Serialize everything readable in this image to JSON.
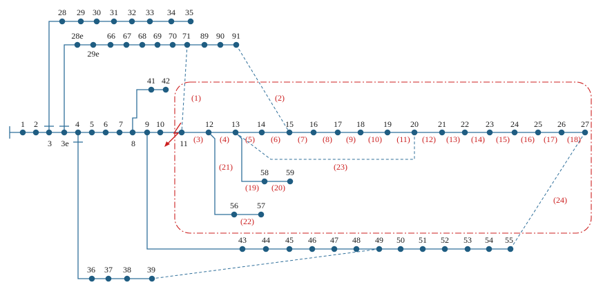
{
  "nodes": [
    {
      "id": "1",
      "label": "1"
    },
    {
      "id": "2",
      "label": "2"
    },
    {
      "id": "3",
      "label": "3"
    },
    {
      "id": "3e",
      "label": "3e"
    },
    {
      "id": "4",
      "label": "4"
    },
    {
      "id": "5",
      "label": "5"
    },
    {
      "id": "6",
      "label": "6"
    },
    {
      "id": "7",
      "label": "7"
    },
    {
      "id": "8",
      "label": "8"
    },
    {
      "id": "9",
      "label": "9"
    },
    {
      "id": "10",
      "label": "10"
    },
    {
      "id": "11",
      "label": "11"
    },
    {
      "id": "12",
      "label": "12"
    },
    {
      "id": "13",
      "label": "13"
    },
    {
      "id": "14",
      "label": "14"
    },
    {
      "id": "15",
      "label": "15"
    },
    {
      "id": "16",
      "label": "16"
    },
    {
      "id": "17",
      "label": "17"
    },
    {
      "id": "18",
      "label": "18"
    },
    {
      "id": "19",
      "label": "19"
    },
    {
      "id": "20",
      "label": "20"
    },
    {
      "id": "21",
      "label": "21"
    },
    {
      "id": "22",
      "label": "22"
    },
    {
      "id": "23",
      "label": "23"
    },
    {
      "id": "24",
      "label": "24"
    },
    {
      "id": "25",
      "label": "25"
    },
    {
      "id": "26",
      "label": "26"
    },
    {
      "id": "27",
      "label": "27"
    },
    {
      "id": "28",
      "label": "28"
    },
    {
      "id": "29",
      "label": "29"
    },
    {
      "id": "30",
      "label": "30"
    },
    {
      "id": "31",
      "label": "31"
    },
    {
      "id": "32",
      "label": "32"
    },
    {
      "id": "33",
      "label": "33"
    },
    {
      "id": "34",
      "label": "34"
    },
    {
      "id": "35",
      "label": "35"
    },
    {
      "id": "28e",
      "label": "28e"
    },
    {
      "id": "29e",
      "label": "29e"
    },
    {
      "id": "66",
      "label": "66"
    },
    {
      "id": "67",
      "label": "67"
    },
    {
      "id": "68",
      "label": "68"
    },
    {
      "id": "69",
      "label": "69"
    },
    {
      "id": "70",
      "label": "70"
    },
    {
      "id": "71",
      "label": "71"
    },
    {
      "id": "89",
      "label": "89"
    },
    {
      "id": "90",
      "label": "90"
    },
    {
      "id": "91",
      "label": "91"
    },
    {
      "id": "41",
      "label": "41"
    },
    {
      "id": "42",
      "label": "42"
    },
    {
      "id": "58",
      "label": "58"
    },
    {
      "id": "59",
      "label": "59"
    },
    {
      "id": "56",
      "label": "56"
    },
    {
      "id": "57",
      "label": "57"
    },
    {
      "id": "43",
      "label": "43"
    },
    {
      "id": "44",
      "label": "44"
    },
    {
      "id": "45",
      "label": "45"
    },
    {
      "id": "46",
      "label": "46"
    },
    {
      "id": "47",
      "label": "47"
    },
    {
      "id": "48",
      "label": "48"
    },
    {
      "id": "49",
      "label": "49"
    },
    {
      "id": "50",
      "label": "50"
    },
    {
      "id": "51",
      "label": "51"
    },
    {
      "id": "52",
      "label": "52"
    },
    {
      "id": "53",
      "label": "53"
    },
    {
      "id": "54",
      "label": "54"
    },
    {
      "id": "55",
      "label": "55"
    },
    {
      "id": "36",
      "label": "36"
    },
    {
      "id": "37",
      "label": "37"
    },
    {
      "id": "38",
      "label": "38"
    },
    {
      "id": "39",
      "label": "39"
    }
  ],
  "switch_labels": [
    "(1)",
    "(2)",
    "(3)",
    "(4)",
    "(5)",
    "(6)",
    "(7)",
    "(8)",
    "(9)",
    "(10)",
    "(11)",
    "(12)",
    "(13)",
    "(14)",
    "(15)",
    "(16)",
    "(17)",
    "(18)",
    "(19)",
    "(20)",
    "(21)",
    "(22)",
    "(23)",
    "(24)"
  ],
  "colors": {
    "line": "#2f6f9a",
    "node": "#1f5d82",
    "zone": "#cc1f1f",
    "switch_label": "#cc1f1f"
  }
}
